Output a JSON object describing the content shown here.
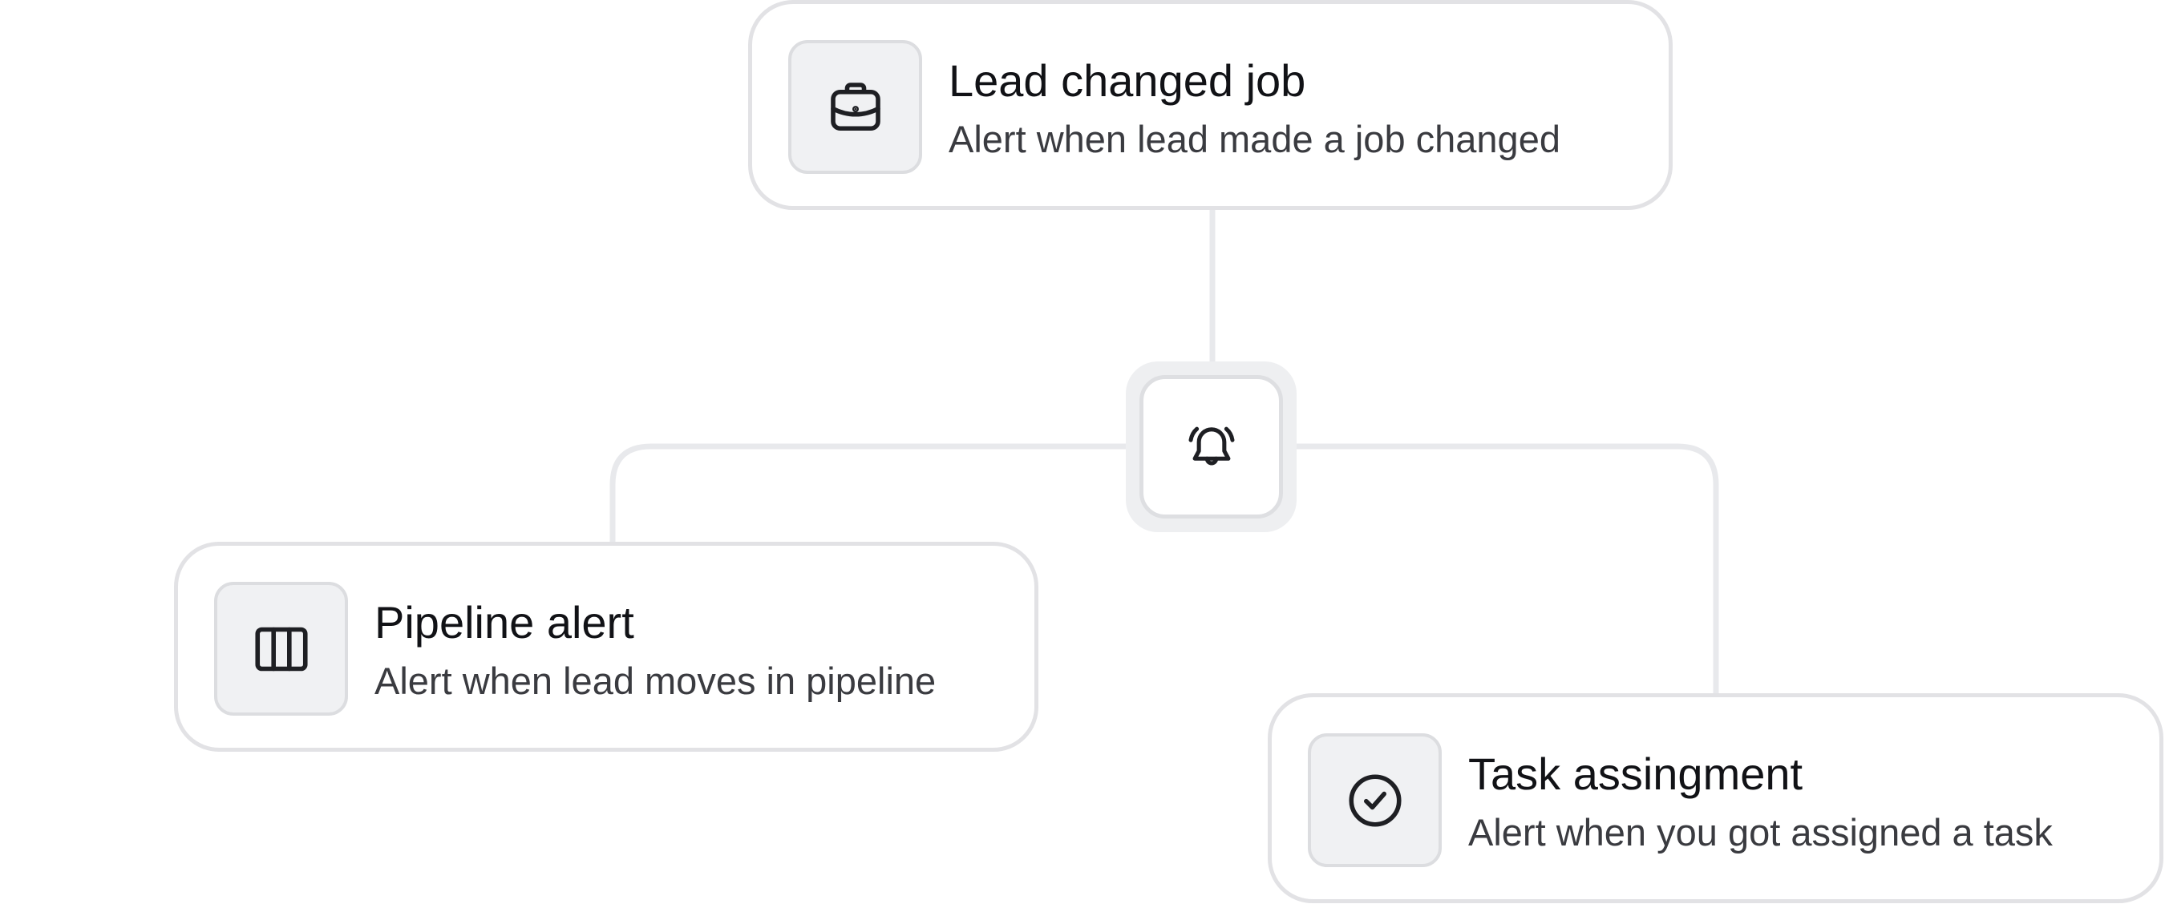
{
  "diagram": {
    "hub": {
      "icon": "bell-icon"
    },
    "cards": {
      "lead_changed_job": {
        "icon": "briefcase-icon",
        "title": "Lead changed job",
        "description": "Alert when lead made a job changed"
      },
      "pipeline_alert": {
        "icon": "columns-icon",
        "title": "Pipeline alert",
        "description": "Alert when lead moves in pipeline"
      },
      "task_assignment": {
        "icon": "check-circle-icon",
        "title": "Task assingment",
        "description": "Alert when you got assigned a task"
      }
    },
    "colors": {
      "connector": "#e8e9ec",
      "card_border": "#e2e2e5",
      "icon_tile_bg": "#f0f1f3",
      "title_text": "#111216",
      "description_text": "#3a3b40"
    }
  }
}
